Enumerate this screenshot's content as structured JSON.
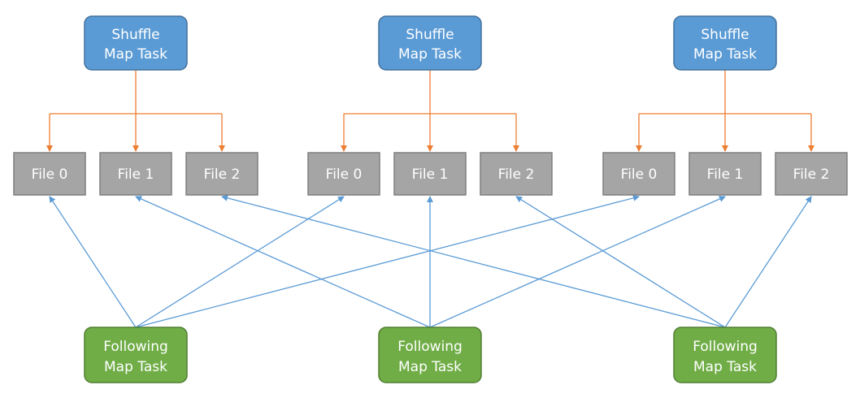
{
  "colors": {
    "shuffle_fill": "#5B9BD5",
    "shuffle_stroke": "#41719C",
    "file_fill": "#A5A5A5",
    "file_stroke": "#7F7F7F",
    "following_fill": "#70AD47",
    "following_stroke": "#507E32",
    "write_edge": "#ED7D31",
    "read_edge": "#5B9BD5",
    "label_text": "#FFFFFF"
  },
  "shuffle_tasks": [
    {
      "line1": "Shuffle",
      "line2": "Map Task"
    },
    {
      "line1": "Shuffle",
      "line2": "Map Task"
    },
    {
      "line1": "Shuffle",
      "line2": "Map Task"
    }
  ],
  "file_groups": [
    {
      "files": [
        "File 0",
        "File 1",
        "File 2"
      ]
    },
    {
      "files": [
        "File 0",
        "File 1",
        "File 2"
      ]
    },
    {
      "files": [
        "File 0",
        "File 1",
        "File 2"
      ]
    }
  ],
  "following_tasks": [
    {
      "line1": "Following",
      "line2": "Map Task"
    },
    {
      "line1": "Following",
      "line2": "Map Task"
    },
    {
      "line1": "Following",
      "line2": "Map Task"
    }
  ],
  "edges": {
    "writes": "each shuffle map task writes File 0, File 1, File 2 of its group",
    "reads": [
      {
        "following": 0,
        "reads": [
          [
            0,
            0
          ],
          [
            1,
            0
          ],
          [
            2,
            0
          ]
        ]
      },
      {
        "following": 1,
        "reads": [
          [
            0,
            1
          ],
          [
            1,
            1
          ],
          [
            2,
            1
          ]
        ]
      },
      {
        "following": 2,
        "reads": [
          [
            0,
            2
          ],
          [
            1,
            2
          ],
          [
            2,
            2
          ]
        ]
      }
    ]
  }
}
